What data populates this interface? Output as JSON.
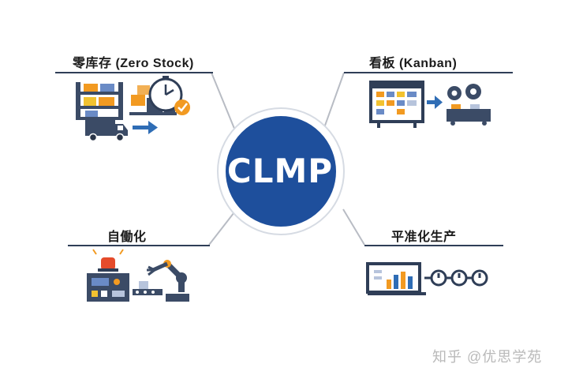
{
  "center": {
    "label": "CLMP",
    "color": "#1e4f9c"
  },
  "branches": {
    "top_left": {
      "label": "零库存 (Zero Stock)"
    },
    "top_right": {
      "label": "看板 (Kanban)"
    },
    "bottom_left": {
      "label": "自働化"
    },
    "bottom_right": {
      "label": "平准化生产"
    }
  },
  "icons": {
    "top_left": [
      "warehouse-shelf-icon",
      "clock-icon",
      "check-badge-icon",
      "delivery-truck-icon",
      "arrow-right-icon"
    ],
    "top_right": [
      "kanban-board-icon",
      "arrow-right-icon",
      "gears-icon",
      "assembly-line-icon"
    ],
    "bottom_left": [
      "alarm-light-icon",
      "machine-control-panel-icon",
      "conveyor-icon",
      "robot-arm-icon"
    ],
    "bottom_right": [
      "bar-chart-monitor-icon",
      "cycle-arrows-icon"
    ]
  },
  "colors": {
    "navy": "#2f3e57",
    "accent_orange": "#f29a21",
    "accent_blue": "#2f6db5",
    "line_gray": "#b8bcc4"
  },
  "watermark": "知乎 @优思学苑"
}
